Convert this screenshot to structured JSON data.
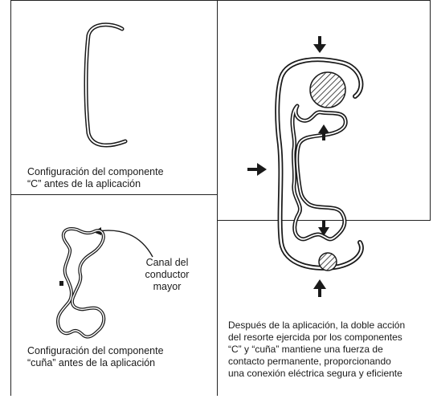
{
  "panels": {
    "c_component": {
      "caption": "Configuración del componente\n“C” antes de la aplicación"
    },
    "wedge_component": {
      "caption": "Configuración del componente\n“cuña” antes de la aplicación",
      "callout": "Canal del\nconductor\nmayor"
    },
    "after_application": {
      "caption": "Después de la aplicación, la doble acción\ndel resorte ejercida por los componentes\n“C” y “cuña” mantiene una fuerza de\ncontacto permanente, proporcionando\nuna conexión eléctrica segura y eficiente"
    }
  },
  "colors": {
    "ink": "#1a1a1a",
    "border": "#222222",
    "background": "#ffffff"
  }
}
